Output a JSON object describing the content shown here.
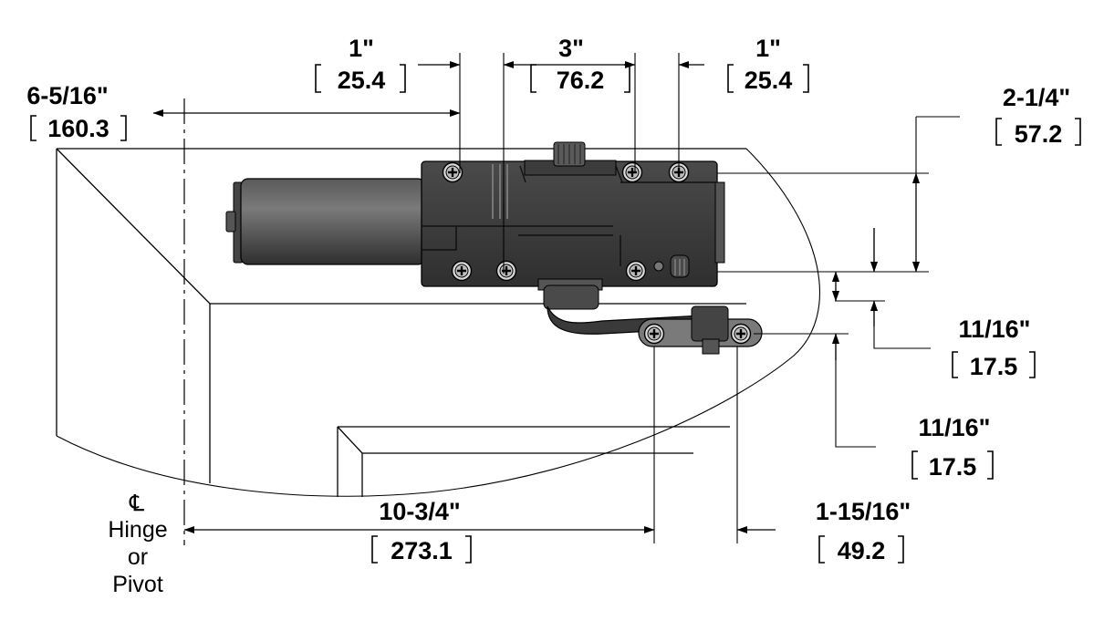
{
  "dimensions": {
    "overall_height": {
      "inch": "6-5/16\"",
      "mm": "160.3"
    },
    "offset_left": {
      "inch": "1\"",
      "mm": "25.4"
    },
    "bolt_spacing": {
      "inch": "3\"",
      "mm": "76.2"
    },
    "offset_right": {
      "inch": "1\"",
      "mm": "25.4"
    },
    "body_height": {
      "inch": "2-1/4\"",
      "mm": "57.2"
    },
    "arm_gap": {
      "inch": "11/16\"",
      "mm": "17.5"
    },
    "arm_shoe": {
      "inch": "11/16\"",
      "mm": "17.5"
    },
    "shoe_distance": {
      "inch": "10-3/4\"",
      "mm": "273.1"
    },
    "shoe_width": {
      "inch": "1-15/16\"",
      "mm": "49.2"
    }
  },
  "centerline_label": {
    "symbol": "℄",
    "line1": "Hinge",
    "line2": "or",
    "line3": "Pivot"
  },
  "colors": {
    "closer_body": "#3a3a3a",
    "closer_highlight": "#6e6e6e",
    "line": "#000000"
  },
  "icons": [
    "screw-icon",
    "cylinder-icon",
    "centerline-symbol"
  ]
}
